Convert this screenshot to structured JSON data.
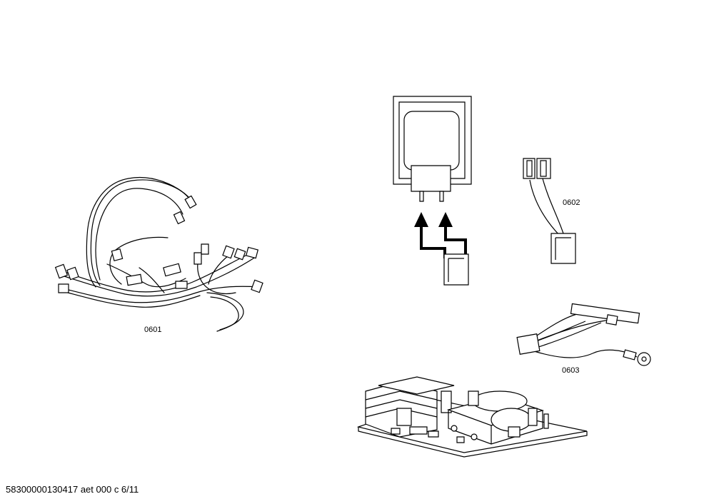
{
  "parts": {
    "p0601": {
      "label": "0601"
    },
    "p0602": {
      "label": "0602"
    },
    "p0603": {
      "label": "0603"
    }
  },
  "footer": {
    "text": "58300000130417 aet 000 c 6/11"
  }
}
